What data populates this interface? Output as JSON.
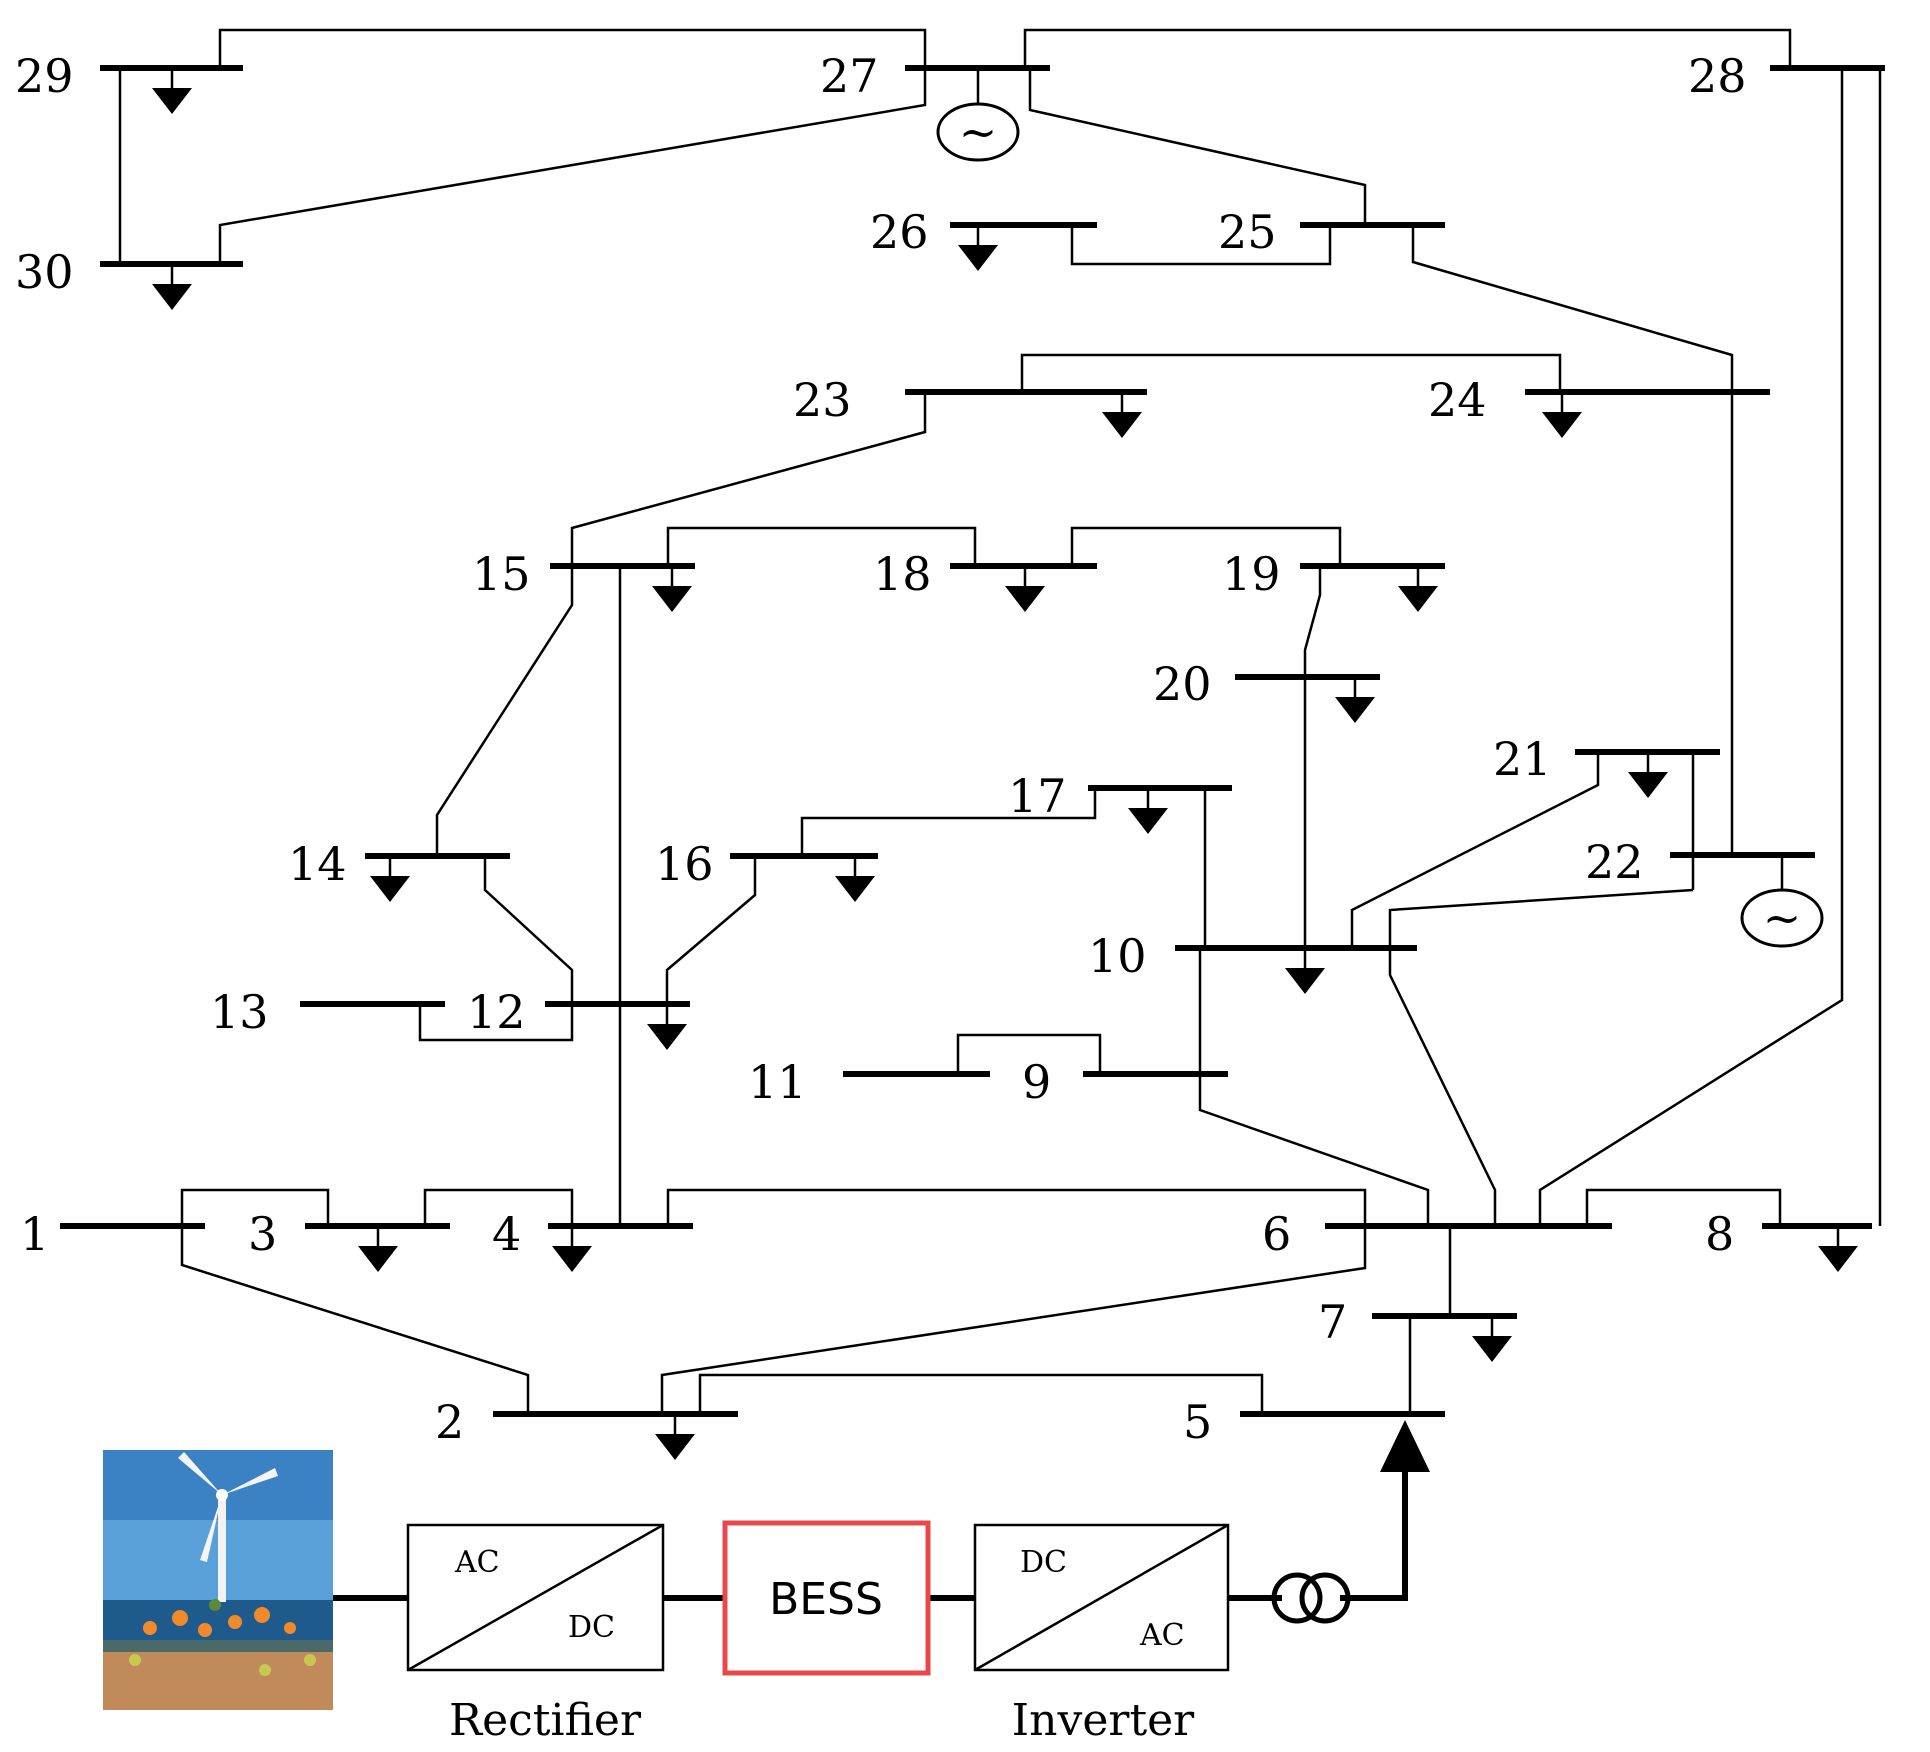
{
  "buses": [
    "1",
    "2",
    "3",
    "4",
    "5",
    "6",
    "7",
    "8",
    "9",
    "10",
    "11",
    "12",
    "13",
    "14",
    "15",
    "16",
    "17",
    "18",
    "19",
    "20",
    "21",
    "22",
    "23",
    "24",
    "25",
    "26",
    "27",
    "28",
    "29",
    "30"
  ],
  "converter_chain": {
    "rectifier": {
      "input": "AC",
      "output": "DC",
      "caption": "Rectifier"
    },
    "storage": {
      "label": "BESS",
      "border_color": "#e8474c"
    },
    "inverter": {
      "input": "DC",
      "output": "AC",
      "caption": "Inverter"
    }
  },
  "generator_symbol": "~",
  "icons": [
    "wind-turbine-icon",
    "generator-icon",
    "load-arrow-icon",
    "transformer-icon"
  ],
  "colors": {
    "line": "#000000",
    "bess_border": "#e8474c",
    "sea": "#1e5a8c",
    "sky": "#5aa0d8",
    "seabed": "#c08a5a"
  }
}
